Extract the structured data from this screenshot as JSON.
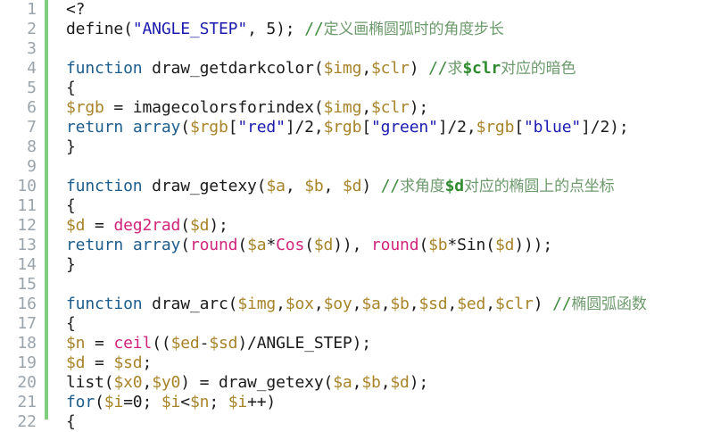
{
  "editor": {
    "gutter_color": "#7ed07e",
    "line_numbers": [
      "1",
      "2",
      "3",
      "4",
      "5",
      "6",
      "7",
      "8",
      "9",
      "10",
      "11",
      "12",
      "13",
      "14",
      "15",
      "16",
      "17",
      "18",
      "19",
      "20",
      "21",
      "22"
    ],
    "lines": [
      [
        {
          "t": "<?",
          "c": ""
        }
      ],
      [
        {
          "t": "define(",
          "c": ""
        },
        {
          "t": "\"ANGLE_STEP\"",
          "c": "str"
        },
        {
          "t": ", 5); ",
          "c": ""
        },
        {
          "t": "//",
          "c": "cm"
        },
        {
          "t": "定义画椭圆弧时的角度步长",
          "c": "cmz"
        }
      ],
      [],
      [
        {
          "t": "function",
          "c": "kw"
        },
        {
          "t": " draw_getdarkcolor(",
          "c": ""
        },
        {
          "t": "$img",
          "c": "var"
        },
        {
          "t": ",",
          "c": ""
        },
        {
          "t": "$clr",
          "c": "var"
        },
        {
          "t": ") ",
          "c": ""
        },
        {
          "t": "//",
          "c": "cm"
        },
        {
          "t": "求",
          "c": "cmz"
        },
        {
          "t": "$clr",
          "c": "cmv"
        },
        {
          "t": "对应的暗色",
          "c": "cmz"
        }
      ],
      [
        {
          "t": "{",
          "c": ""
        }
      ],
      [
        {
          "t": "$rgb",
          "c": "var"
        },
        {
          "t": " = imagecolorsforindex(",
          "c": ""
        },
        {
          "t": "$img",
          "c": "var"
        },
        {
          "t": ",",
          "c": ""
        },
        {
          "t": "$clr",
          "c": "var"
        },
        {
          "t": ");",
          "c": ""
        }
      ],
      [
        {
          "t": "return",
          "c": "kw"
        },
        {
          "t": " ",
          "c": ""
        },
        {
          "t": "array",
          "c": "kw"
        },
        {
          "t": "(",
          "c": ""
        },
        {
          "t": "$rgb",
          "c": "var"
        },
        {
          "t": "[",
          "c": ""
        },
        {
          "t": "\"red\"",
          "c": "str"
        },
        {
          "t": "]/2,",
          "c": ""
        },
        {
          "t": "$rgb",
          "c": "var"
        },
        {
          "t": "[",
          "c": ""
        },
        {
          "t": "\"green\"",
          "c": "str"
        },
        {
          "t": "]/2,",
          "c": ""
        },
        {
          "t": "$rgb",
          "c": "var"
        },
        {
          "t": "[",
          "c": ""
        },
        {
          "t": "\"blue\"",
          "c": "str"
        },
        {
          "t": "]/2);",
          "c": ""
        }
      ],
      [
        {
          "t": "}",
          "c": ""
        }
      ],
      [],
      [
        {
          "t": "function",
          "c": "kw"
        },
        {
          "t": " draw_getexy(",
          "c": ""
        },
        {
          "t": "$a",
          "c": "var"
        },
        {
          "t": ", ",
          "c": ""
        },
        {
          "t": "$b",
          "c": "var"
        },
        {
          "t": ", ",
          "c": ""
        },
        {
          "t": "$d",
          "c": "var"
        },
        {
          "t": ") ",
          "c": ""
        },
        {
          "t": "//",
          "c": "cm"
        },
        {
          "t": "求角度",
          "c": "cmz"
        },
        {
          "t": "$d",
          "c": "cmv"
        },
        {
          "t": "对应的椭圆上的点坐标",
          "c": "cmz"
        }
      ],
      [
        {
          "t": "{",
          "c": ""
        }
      ],
      [
        {
          "t": "$d",
          "c": "var"
        },
        {
          "t": " = ",
          "c": ""
        },
        {
          "t": "deg2rad",
          "c": "fn"
        },
        {
          "t": "(",
          "c": ""
        },
        {
          "t": "$d",
          "c": "var"
        },
        {
          "t": ");",
          "c": ""
        }
      ],
      [
        {
          "t": "return",
          "c": "kw"
        },
        {
          "t": " ",
          "c": ""
        },
        {
          "t": "array",
          "c": "kw"
        },
        {
          "t": "(",
          "c": ""
        },
        {
          "t": "round",
          "c": "fn"
        },
        {
          "t": "(",
          "c": ""
        },
        {
          "t": "$a",
          "c": "var"
        },
        {
          "t": "*",
          "c": ""
        },
        {
          "t": "Cos",
          "c": "fn"
        },
        {
          "t": "(",
          "c": ""
        },
        {
          "t": "$d",
          "c": "var"
        },
        {
          "t": ")), ",
          "c": ""
        },
        {
          "t": "round",
          "c": "fn"
        },
        {
          "t": "(",
          "c": ""
        },
        {
          "t": "$b",
          "c": "var"
        },
        {
          "t": "*Sin(",
          "c": ""
        },
        {
          "t": "$d",
          "c": "var"
        },
        {
          "t": ")));",
          "c": ""
        }
      ],
      [
        {
          "t": "}",
          "c": ""
        }
      ],
      [],
      [
        {
          "t": "function",
          "c": "kw"
        },
        {
          "t": " draw_arc(",
          "c": ""
        },
        {
          "t": "$img",
          "c": "var"
        },
        {
          "t": ",",
          "c": ""
        },
        {
          "t": "$ox",
          "c": "var"
        },
        {
          "t": ",",
          "c": ""
        },
        {
          "t": "$oy",
          "c": "var"
        },
        {
          "t": ",",
          "c": ""
        },
        {
          "t": "$a",
          "c": "var"
        },
        {
          "t": ",",
          "c": ""
        },
        {
          "t": "$b",
          "c": "var"
        },
        {
          "t": ",",
          "c": ""
        },
        {
          "t": "$sd",
          "c": "var"
        },
        {
          "t": ",",
          "c": ""
        },
        {
          "t": "$ed",
          "c": "var"
        },
        {
          "t": ",",
          "c": ""
        },
        {
          "t": "$clr",
          "c": "var"
        },
        {
          "t": ") ",
          "c": ""
        },
        {
          "t": "//",
          "c": "cm"
        },
        {
          "t": "椭圆弧函数",
          "c": "cmz"
        }
      ],
      [
        {
          "t": "{",
          "c": ""
        }
      ],
      [
        {
          "t": "$n",
          "c": "var"
        },
        {
          "t": " = ",
          "c": ""
        },
        {
          "t": "ceil",
          "c": "fn"
        },
        {
          "t": "((",
          "c": ""
        },
        {
          "t": "$ed",
          "c": "var"
        },
        {
          "t": "-",
          "c": ""
        },
        {
          "t": "$sd",
          "c": "var"
        },
        {
          "t": ")/ANGLE_STEP);",
          "c": ""
        }
      ],
      [
        {
          "t": "$d",
          "c": "var"
        },
        {
          "t": " = ",
          "c": ""
        },
        {
          "t": "$sd",
          "c": "var"
        },
        {
          "t": ";",
          "c": ""
        }
      ],
      [
        {
          "t": "list(",
          "c": ""
        },
        {
          "t": "$x0",
          "c": "var"
        },
        {
          "t": ",",
          "c": ""
        },
        {
          "t": "$y0",
          "c": "var"
        },
        {
          "t": ") = draw_getexy(",
          "c": ""
        },
        {
          "t": "$a",
          "c": "var"
        },
        {
          "t": ",",
          "c": ""
        },
        {
          "t": "$b",
          "c": "var"
        },
        {
          "t": ",",
          "c": ""
        },
        {
          "t": "$d",
          "c": "var"
        },
        {
          "t": ");",
          "c": ""
        }
      ],
      [
        {
          "t": "for",
          "c": "kw"
        },
        {
          "t": "(",
          "c": ""
        },
        {
          "t": "$i",
          "c": "var"
        },
        {
          "t": "=0; ",
          "c": ""
        },
        {
          "t": "$i",
          "c": "var"
        },
        {
          "t": "<",
          "c": ""
        },
        {
          "t": "$n",
          "c": "var"
        },
        {
          "t": "; ",
          "c": ""
        },
        {
          "t": "$i",
          "c": "var"
        },
        {
          "t": "++)",
          "c": ""
        }
      ],
      [
        {
          "t": "{",
          "c": ""
        }
      ]
    ]
  }
}
